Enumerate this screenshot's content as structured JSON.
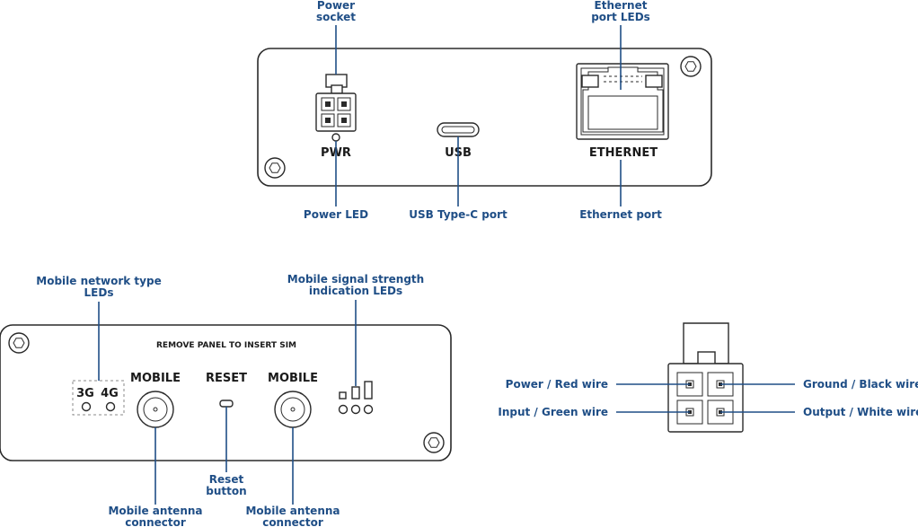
{
  "callouts": {
    "power_socket": [
      "Power",
      "socket"
    ],
    "ethernet_port_leds": [
      "Ethernet",
      "port LEDs"
    ],
    "power_led": "Power LED",
    "usb_typec_port": "USB Type-C port",
    "ethernet_port": "Ethernet port",
    "mobile_network_type_leds": [
      "Mobile network type",
      "LEDs"
    ],
    "mobile_signal_strength_leds": [
      "Mobile signal strength",
      "indication LEDs"
    ],
    "reset_button": [
      "Reset",
      "button"
    ],
    "mobile_antenna_connector_left": [
      "Mobile antenna",
      "connector"
    ],
    "mobile_antenna_connector_right": [
      "Mobile antenna",
      "connector"
    ],
    "power_red_wire": "Power / Red wire",
    "input_green_wire": "Input / Green wire",
    "ground_black_wire": "Ground / Black wire",
    "output_white_wire": "Output / White wire"
  },
  "front_panel": {
    "pwr_label": "PWR",
    "usb_label": "USB",
    "ethernet_label": "ETHERNET"
  },
  "back_panel": {
    "sim_notice": "REMOVE PANEL TO INSERT SIM",
    "net_3g": "3G",
    "net_4g": "4G",
    "mobile_left": "MOBILE",
    "reset": "RESET",
    "mobile_right": "MOBILE"
  },
  "colors": {
    "callout": "#1f4e86",
    "outline": "#2a2a2a"
  }
}
